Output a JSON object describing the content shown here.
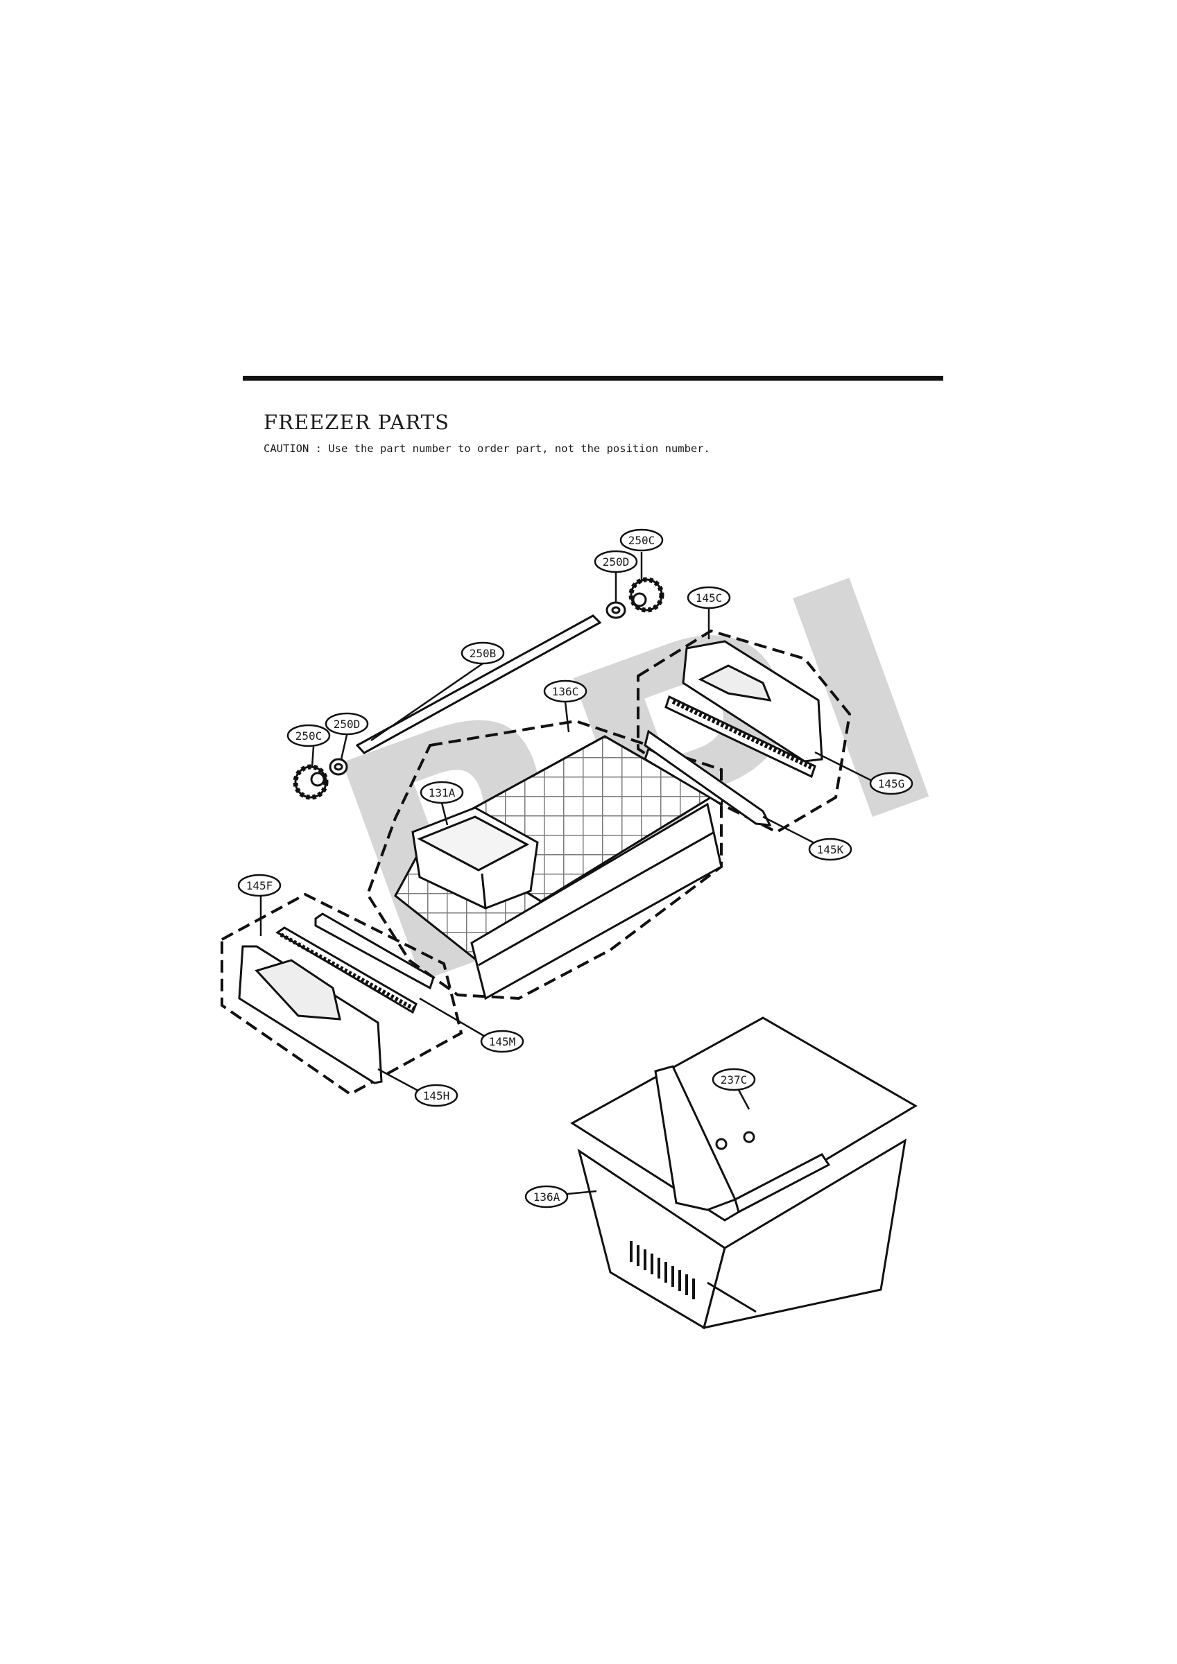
{
  "header": {
    "title": "FREEZER PARTS",
    "caution": "CAUTION : Use the part number to order part, not the position number."
  },
  "watermark": {
    "text": "RPI",
    "color": "#d6d6d6"
  },
  "callouts": [
    {
      "id": "c-250C-top",
      "label": "250C"
    },
    {
      "id": "c-250D-top",
      "label": "250D"
    },
    {
      "id": "c-145C",
      "label": "145C"
    },
    {
      "id": "c-250B",
      "label": "250B"
    },
    {
      "id": "c-136C",
      "label": "136C"
    },
    {
      "id": "c-250D-left",
      "label": "250D"
    },
    {
      "id": "c-250C-left",
      "label": "250C"
    },
    {
      "id": "c-131A",
      "label": "131A"
    },
    {
      "id": "c-145G",
      "label": "145G"
    },
    {
      "id": "c-145K",
      "label": "145K"
    },
    {
      "id": "c-145F",
      "label": "145F"
    },
    {
      "id": "c-145M",
      "label": "145M"
    },
    {
      "id": "c-145H",
      "label": "145H"
    },
    {
      "id": "c-237C",
      "label": "237C"
    },
    {
      "id": "c-136A",
      "label": "136A"
    }
  ]
}
